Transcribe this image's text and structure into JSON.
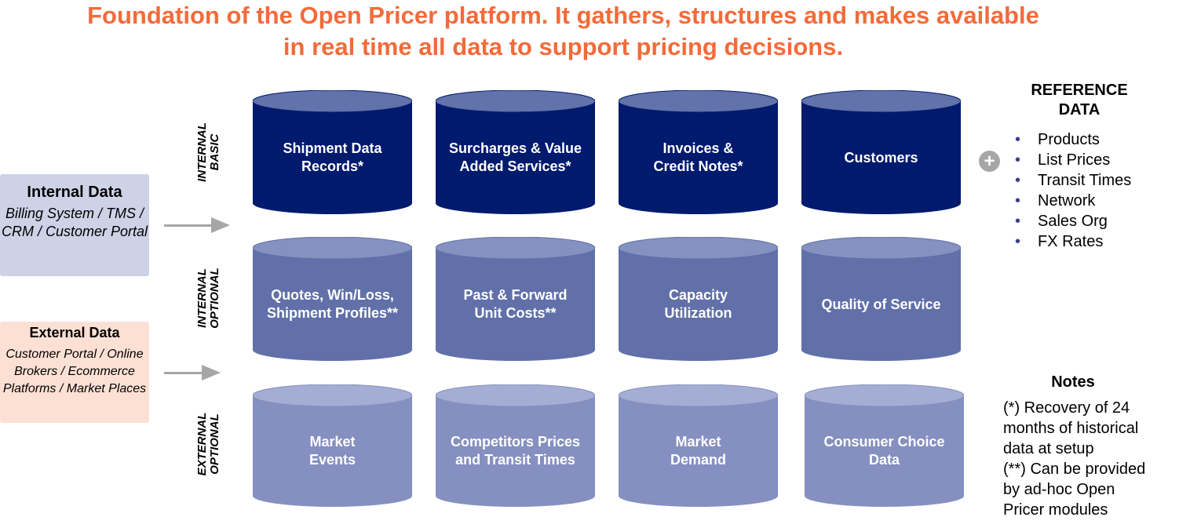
{
  "title": {
    "line1": "Foundation of the Open Pricer platform. It gathers, structures and makes available",
    "line2": "in real time all data to support pricing decisions."
  },
  "sources": {
    "internal": {
      "title": "Internal Data",
      "desc": "Billing System / TMS / CRM / Customer Portal"
    },
    "external": {
      "title": "External Data",
      "desc": "Customer Portal / Online Brokers / Ecommerce Platforms / Market Places"
    }
  },
  "rows": [
    {
      "label1": "INTERNAL",
      "label2": "BASIC",
      "body": "#001a6e",
      "top": "#6272aa",
      "items": [
        [
          "Shipment Data",
          "Records*"
        ],
        [
          "Surcharges & Value",
          "Added Services*"
        ],
        [
          "Invoices &",
          "Credit Notes*"
        ],
        [
          "Customers"
        ]
      ]
    },
    {
      "label1": "INTERNAL",
      "label2": "OPTIONAL",
      "body": "#6170a8",
      "top": "#8591c0",
      "items": [
        [
          "Quotes, Win/Loss,",
          "Shipment Profiles**"
        ],
        [
          "Past & Forward",
          "Unit Costs**"
        ],
        [
          "Capacity",
          "Utilization"
        ],
        [
          "Quality of Service"
        ]
      ]
    },
    {
      "label1": "EXTERNAL",
      "label2": "OPTIONAL",
      "body": "#8590c0",
      "top": "#a4add3",
      "items": [
        [
          "Market",
          "Events"
        ],
        [
          "Competitors Prices",
          "and Transit Times"
        ],
        [
          "Market",
          "Demand"
        ],
        [
          "Consumer Choice",
          "Data"
        ]
      ]
    }
  ],
  "reference": {
    "title1": "REFERENCE",
    "title2": "DATA",
    "plus_icon": "+",
    "items": [
      "Products",
      "List Prices",
      "Transit Times",
      "Network",
      "Sales Org",
      "FX Rates"
    ]
  },
  "notes": {
    "title": "Notes",
    "lines": [
      "(*) Recovery of 24",
      "months of historical",
      "data at setup",
      "(**) Can be provided",
      "by ad-hoc Open",
      "Pricer modules"
    ]
  }
}
